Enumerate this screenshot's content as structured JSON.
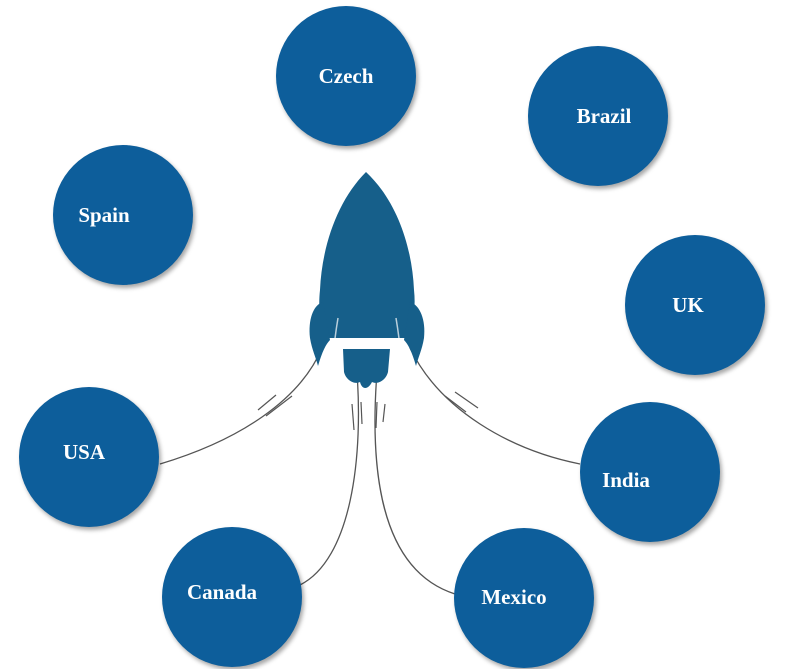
{
  "diagram": {
    "center_icon": "rocket-icon",
    "colors": {
      "node_fill": "#0d5e9b",
      "node_text": "#ffffff",
      "rocket": "#165f8a",
      "connector": "#555555"
    },
    "nodes": [
      {
        "id": "czech",
        "label": "Czech"
      },
      {
        "id": "brazil",
        "label": "Brazil"
      },
      {
        "id": "spain",
        "label": "Spain"
      },
      {
        "id": "uk",
        "label": "UK"
      },
      {
        "id": "usa",
        "label": "USA"
      },
      {
        "id": "india",
        "label": "India"
      },
      {
        "id": "canada",
        "label": "Canada"
      },
      {
        "id": "mexico",
        "label": "Mexico"
      }
    ],
    "connections": [
      "usa",
      "canada",
      "mexico",
      "india"
    ]
  }
}
